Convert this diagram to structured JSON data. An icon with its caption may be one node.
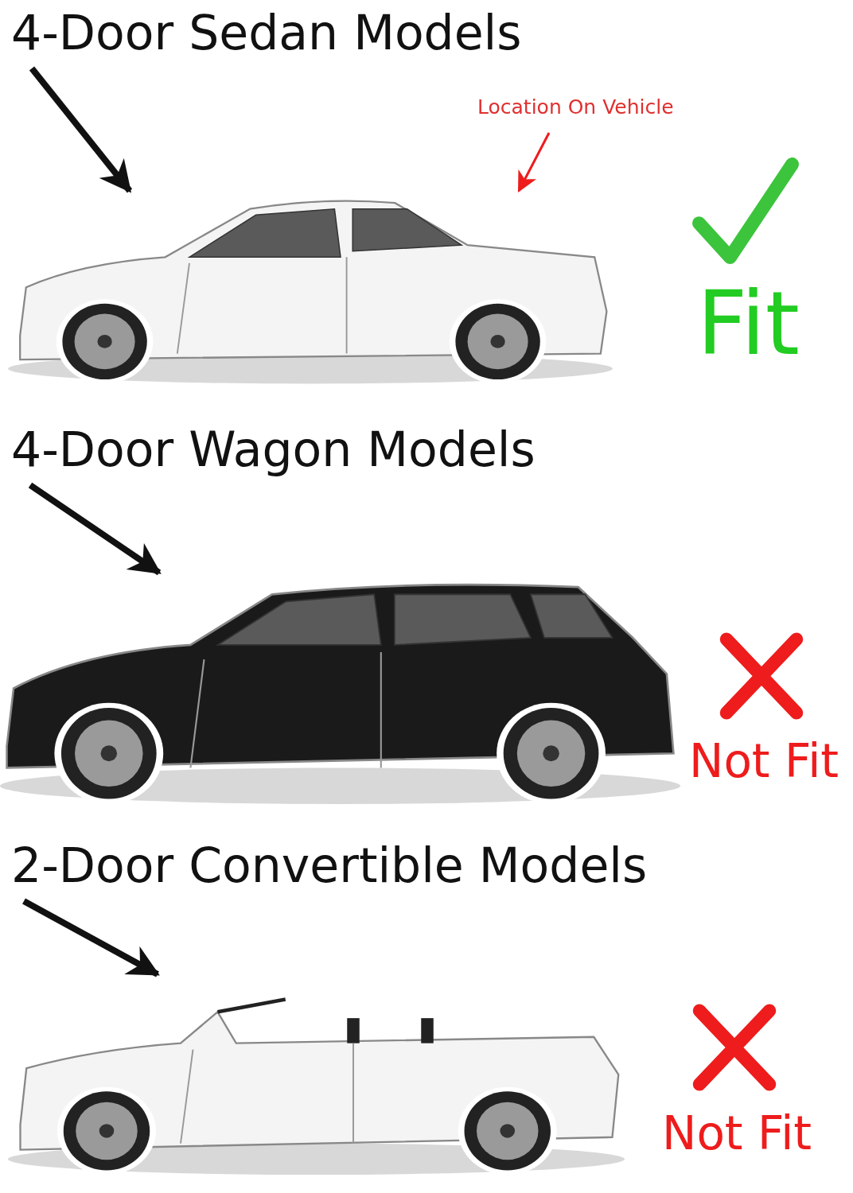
{
  "diagram": {
    "nodes": [
      {
        "text": [
          "4-Door Sedan Models"
        ]
      },
      {
        "text": [],
        "shape": "picture"
      },
      {
        "text": [
          "Location On Vehicle"
        ]
      },
      {
        "text": [
          "4-Door Wagon Models"
        ]
      },
      {
        "text": [],
        "shape": "picture"
      },
      {
        "text": [
          "2-Door Convertible Models"
        ]
      },
      {
        "text": [],
        "shape": "picture"
      }
    ],
    "edges": [
      {
        "from": 0,
        "to": 1,
        "arrow": "to"
      },
      {
        "from": 2,
        "to": 1,
        "arrow": "to",
        "color": "#ee1c1c"
      },
      {
        "from": 3,
        "to": 4,
        "arrow": "to"
      },
      {
        "from": 5,
        "to": 6,
        "arrow": "to"
      }
    ],
    "labels": [
      "Fit",
      "Not Fit",
      "Not Fit"
    ]
  }
}
